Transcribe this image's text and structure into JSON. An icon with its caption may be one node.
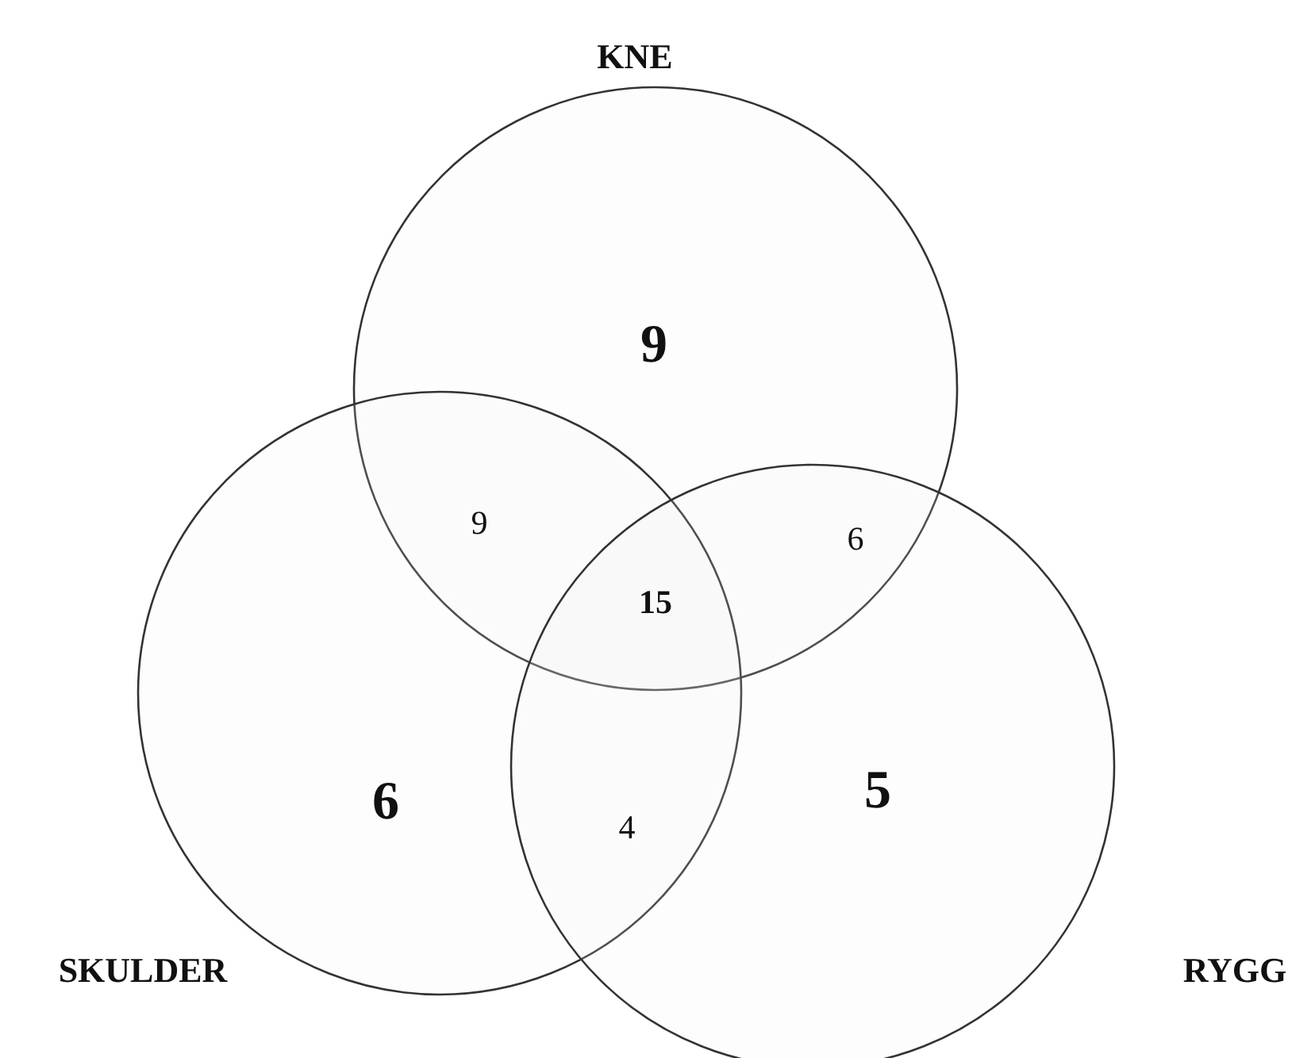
{
  "diagram": {
    "nodes": [
      {
        "text": [
          "KNE",
          "9"
        ]
      },
      {
        "text": [
          "SKULDER",
          "6"
        ]
      },
      {
        "text": [
          "RYGG",
          "5"
        ]
      }
    ],
    "labels": [
      "9",
      "6",
      "15",
      "4"
    ]
  }
}
